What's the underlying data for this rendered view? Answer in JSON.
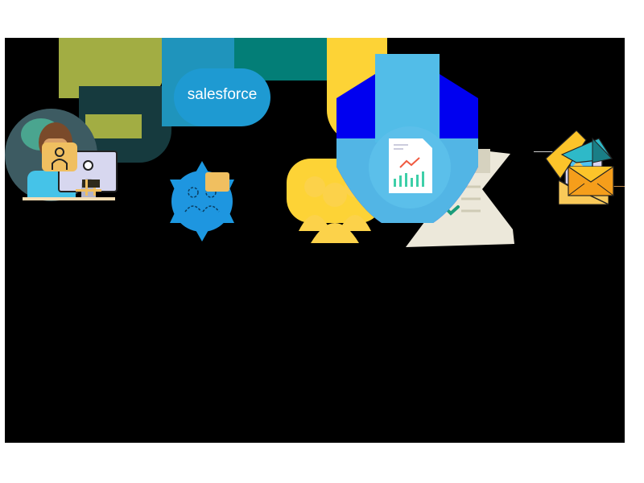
{
  "diagram": {
    "type": "workflow-illustration",
    "background": {
      "outer": "#ffffff",
      "inner": "#000000"
    },
    "top_row": [
      {
        "id": "remote-worker",
        "label": "",
        "icon": "person-at-computer-with-globe"
      },
      {
        "id": "salesforce",
        "label": "salesforce",
        "icon": "salesforce-cloud-logo",
        "color": "#1e9ad2"
      },
      {
        "id": "certified-badge",
        "label": "",
        "icon": "badge-with-people-icon",
        "color": "#1c98e0"
      },
      {
        "id": "team",
        "label": "",
        "icon": "group-of-people",
        "color": "#fdd336"
      },
      {
        "id": "checklist",
        "label": "",
        "icon": "document-with-checkmarks",
        "color": "#ece8da"
      },
      {
        "id": "newsletter",
        "label": "",
        "icon": "envelope-with-image-letter",
        "color": "#f9c959"
      }
    ],
    "bottom_row": [
      {
        "id": "contact",
        "label": "",
        "icon": "contact-person-card",
        "color": "#f0bf60"
      },
      {
        "id": "delivery",
        "label": "",
        "icon": "truck-fragment",
        "color": "#f0bf60"
      },
      {
        "id": "card",
        "label": "",
        "icon": "rectangle-card",
        "color": "#f0bf60"
      },
      {
        "id": "report",
        "label": "",
        "icon": "report-document-with-chart",
        "color": "#5bbfea"
      },
      {
        "id": "emails",
        "label": "",
        "icon": "stack-of-envelopes",
        "color": "#f59e1b"
      }
    ],
    "colors": {
      "olive": "#a2ad43",
      "teal": "#037e77",
      "dark_teal": "#163a3e",
      "shield_blue": "#0000f0",
      "report_circle": "#5bbfea",
      "chart_bars": "#3ecfa8",
      "chart_arrow": "#f05a40",
      "check_green": "#1a9c7a"
    }
  }
}
